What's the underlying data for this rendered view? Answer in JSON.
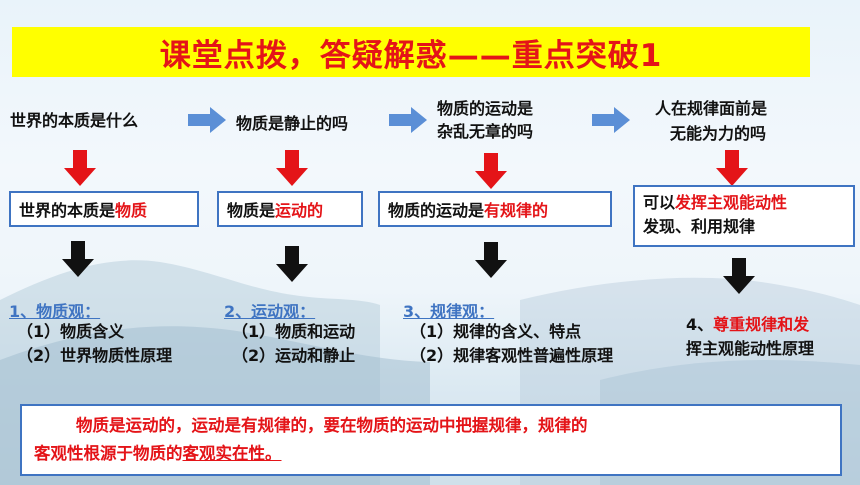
{
  "title": "课堂点拨，答疑解惑——重点突破1",
  "questions": [
    "世界的本质是什么",
    "物质是静止的吗",
    "物质的运动是",
    "杂乱无章的吗",
    "人在规律面前是",
    "无能为力的吗"
  ],
  "answers": {
    "a1_prefix": "世界的本质是",
    "a1_key": "物质",
    "a2_prefix": "物质是",
    "a2_key": "运动的",
    "a3_prefix": "物质的运动是",
    "a3_key": "有规律的",
    "a4_prefix": "可以",
    "a4_key": "发挥主观能动性",
    "a4_line2": "发现、利用规律"
  },
  "sections": {
    "s1_title": "1、物质观：",
    "s1_item1": "（1）物质含义",
    "s1_item2": "（2）世界物质性原理",
    "s2_title": "2、运动观：",
    "s2_item1": "（1）物质和运动",
    "s2_item2": "（2）运动和静止",
    "s3_title": "3、规律观：",
    "s3_item1": "（1）规律的含义、特点",
    "s3_item2": "（2）规律客观性普遍性原理",
    "s4_prefix": "4、",
    "s4_line1": "尊重规律和发",
    "s4_line2": "挥主观能动性原理"
  },
  "summary": {
    "line1": "物质是运动的，运动是有规律的，要在物质的运动中把握规律，规律的",
    "line2_prefix": "客观性根源于物质的",
    "line2_key": "客观实在性。"
  },
  "colors": {
    "accent_red": "#e41418",
    "banner_yellow": "#ffff00",
    "arrow_blue": "#5b8fd6",
    "border_blue": "#3f74c2"
  }
}
